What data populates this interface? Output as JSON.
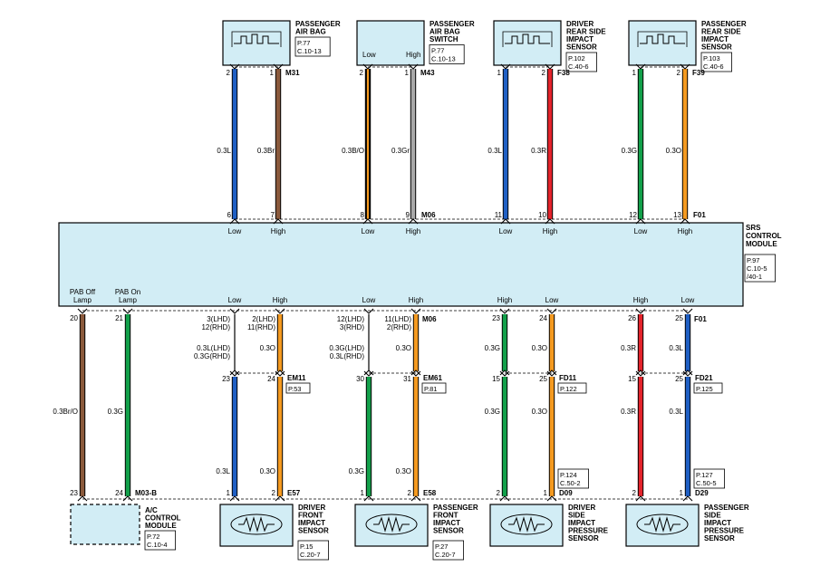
{
  "colors": {
    "blue": "#1f5fc4",
    "brown": "#8b5a3c",
    "red": "#e4232b",
    "orange": "#f59a20",
    "green": "#12a04a",
    "gray": "#a9a9a9",
    "black": "#111111",
    "module_fill": "#d2edf5"
  },
  "srs_module": {
    "name": [
      "SRS",
      "CONTROL",
      "MODULE"
    ],
    "ref": [
      "P.97",
      "C.10-5",
      "/40-1"
    ]
  },
  "top_components": [
    {
      "name": [
        "PASSENGER",
        "AIR BAG"
      ],
      "ref": [
        "P.77",
        "C.10-13"
      ],
      "connector": "M31",
      "switch_labels": [
        "",
        ""
      ]
    },
    {
      "name": [
        "PASSENGER",
        "AIR BAG",
        "SWITCH"
      ],
      "ref": [
        "P.77",
        "C.10-13"
      ],
      "connector": "M43",
      "switch_labels": [
        "Low",
        "High"
      ]
    },
    {
      "name": [
        "DRIVER",
        "REAR SIDE",
        "IMPACT",
        "SENSOR"
      ],
      "ref": [
        "P.102",
        "C.40-6"
      ],
      "connector": "F38",
      "switch_labels": [
        "",
        ""
      ]
    },
    {
      "name": [
        "PASSENGER",
        "REAR SIDE",
        "IMPACT",
        "SENSOR"
      ],
      "ref": [
        "P.103",
        "C.40-6"
      ],
      "connector": "F39",
      "switch_labels": [
        "",
        ""
      ]
    }
  ],
  "top_wires": [
    {
      "comp_pin": "2",
      "size": "0.3L",
      "srs_pin": "6",
      "srs_label": "Low",
      "color": "blue"
    },
    {
      "comp_pin": "1",
      "size": "0.3Br",
      "srs_pin": "7",
      "srs_label": "High",
      "color": "brown"
    },
    {
      "comp_pin": "2",
      "size": "0.3B/O",
      "srs_pin": "8",
      "srs_label": "Low",
      "color": "black"
    },
    {
      "comp_pin": "1",
      "size": "0.3Gr",
      "srs_pin": "9",
      "srs_label": "High",
      "color": "gray"
    },
    {
      "comp_pin": "1",
      "size": "0.3L",
      "srs_pin": "11",
      "srs_label": "Low",
      "color": "blue"
    },
    {
      "comp_pin": "2",
      "size": "0.3R",
      "srs_pin": "10",
      "srs_label": "High",
      "color": "red"
    },
    {
      "comp_pin": "1",
      "size": "0.3G",
      "srs_pin": "12",
      "srs_label": "Low",
      "color": "green"
    },
    {
      "comp_pin": "2",
      "size": "0.3O",
      "srs_pin": "13",
      "srs_label": "High",
      "color": "orange"
    }
  ],
  "srs_top_connectors": [
    "M06",
    "F01"
  ],
  "bottom_wires": [
    {
      "srs_label": [
        "PAB Off",
        "Lamp"
      ],
      "srs_pin": "20",
      "size_upper": [],
      "join_pin": "",
      "size_lower": "0.3Br/O",
      "comp_pin": "23",
      "color": "brown"
    },
    {
      "srs_label": [
        "PAB On",
        "Lamp"
      ],
      "srs_pin": "21",
      "size_upper": [],
      "join_pin": "",
      "size_lower": "0.3G",
      "comp_pin": "24",
      "color": "green"
    },
    {
      "srs_label": [
        "Low"
      ],
      "srs_pin_lines": [
        "3(LHD)",
        "12(RHD)"
      ],
      "size_upper": [
        "0.3L(LHD)",
        "0.3G(RHD)"
      ],
      "join_pin": "23",
      "size_lower": "0.3L",
      "comp_pin": "1",
      "color": "blue",
      "color_upper": "black"
    },
    {
      "srs_label": [
        "High"
      ],
      "srs_pin_lines": [
        "2(LHD)",
        "11(RHD)"
      ],
      "size_upper": [
        "0.3O"
      ],
      "join_pin": "24",
      "size_lower": "0.3O",
      "comp_pin": "2",
      "color": "orange"
    },
    {
      "srs_label": [
        "Low"
      ],
      "srs_pin_lines": [
        "12(LHD)",
        "3(RHD)"
      ],
      "size_upper": [
        "0.3G(LHD)",
        "0.3L(RHD)"
      ],
      "join_pin": "30",
      "size_lower": "0.3G",
      "comp_pin": "1",
      "color": "green",
      "color_upper": "black"
    },
    {
      "srs_label": [
        "High"
      ],
      "srs_pin_lines": [
        "11(LHD)",
        "2(RHD)"
      ],
      "size_upper": [
        "0.3O"
      ],
      "join_pin": "31",
      "size_lower": "0.3O",
      "comp_pin": "2",
      "color": "orange"
    },
    {
      "srs_label": [
        "High"
      ],
      "srs_pin": "23",
      "size_upper": [
        "0.3G"
      ],
      "join_pin": "15",
      "size_lower": "0.3G",
      "comp_pin": "2",
      "color": "green"
    },
    {
      "srs_label": [
        "Low"
      ],
      "srs_pin": "24",
      "size_upper": [
        "0.3O"
      ],
      "join_pin": "25",
      "size_lower": "0.3O",
      "comp_pin": "1",
      "color": "orange"
    },
    {
      "srs_label": [
        "High"
      ],
      "srs_pin": "26",
      "size_upper": [
        "0.3R"
      ],
      "join_pin": "15",
      "size_lower": "0.3R",
      "comp_pin": "2",
      "color": "red"
    },
    {
      "srs_label": [
        "Low"
      ],
      "srs_pin": "25",
      "size_upper": [
        "0.3L"
      ],
      "join_pin": "25",
      "size_lower": "0.3L",
      "comp_pin": "1",
      "color": "blue"
    }
  ],
  "srs_bottom_connectors": [
    "M06",
    "F01"
  ],
  "joints": [
    {
      "connector": "EM11",
      "ref": "P.53"
    },
    {
      "connector": "EM61",
      "ref": "P.81"
    },
    {
      "connector": "FD11",
      "ref": "P.122"
    },
    {
      "connector": "FD21",
      "ref": "P.125"
    }
  ],
  "bottom_components": [
    {
      "name": [
        "A/C",
        "CONTROL",
        "MODULE"
      ],
      "ref": [
        "P.72",
        "C.10-4"
      ],
      "connector": "M03-B"
    },
    {
      "name": [
        "DRIVER",
        "FRONT",
        "IMPACT",
        "SENSOR"
      ],
      "ref": [
        "P.15",
        "C.20-7"
      ],
      "connector": "E57"
    },
    {
      "name": [
        "PASSENGER",
        "FRONT",
        "IMPACT",
        "SENSOR"
      ],
      "ref": [
        "P.27",
        "C.20-7"
      ],
      "connector": "E58"
    },
    {
      "name": [
        "DRIVER",
        "SIDE",
        "IMPACT",
        "PRESSURE",
        "SENSOR"
      ],
      "ref": [
        "P.124",
        "C.50-2"
      ],
      "connector": "D09"
    },
    {
      "name": [
        "PASSENGER",
        "SIDE",
        "IMPACT",
        "PRESSURE",
        "SENSOR"
      ],
      "ref": [
        "P.127",
        "C.50-5"
      ],
      "connector": "D29"
    }
  ]
}
